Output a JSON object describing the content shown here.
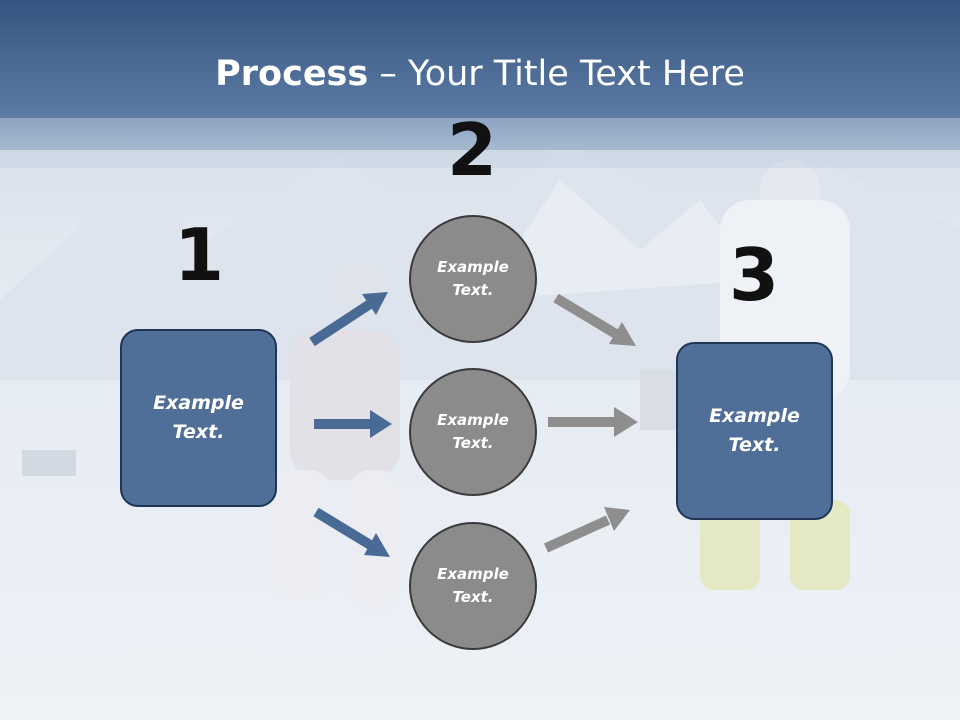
{
  "title": {
    "bold": "Process",
    "rest": " – Your Title Text Here"
  },
  "steps": [
    {
      "number": "1",
      "line1": "Example",
      "line2": "Text."
    },
    {
      "number": "2",
      "nodes": [
        {
          "line1": "Example",
          "line2": "Text."
        },
        {
          "line1": "Example",
          "line2": "Text."
        },
        {
          "line1": "Example",
          "line2": "Text."
        }
      ]
    },
    {
      "number": "3",
      "line1": "Example",
      "line2": "Text."
    }
  ],
  "colors": {
    "header": "#4a6a96",
    "box": "#4f6e98",
    "circle": "#8b8b8b",
    "arrow_blue": "#4a6a96",
    "arrow_gray": "#8e8e8e"
  }
}
